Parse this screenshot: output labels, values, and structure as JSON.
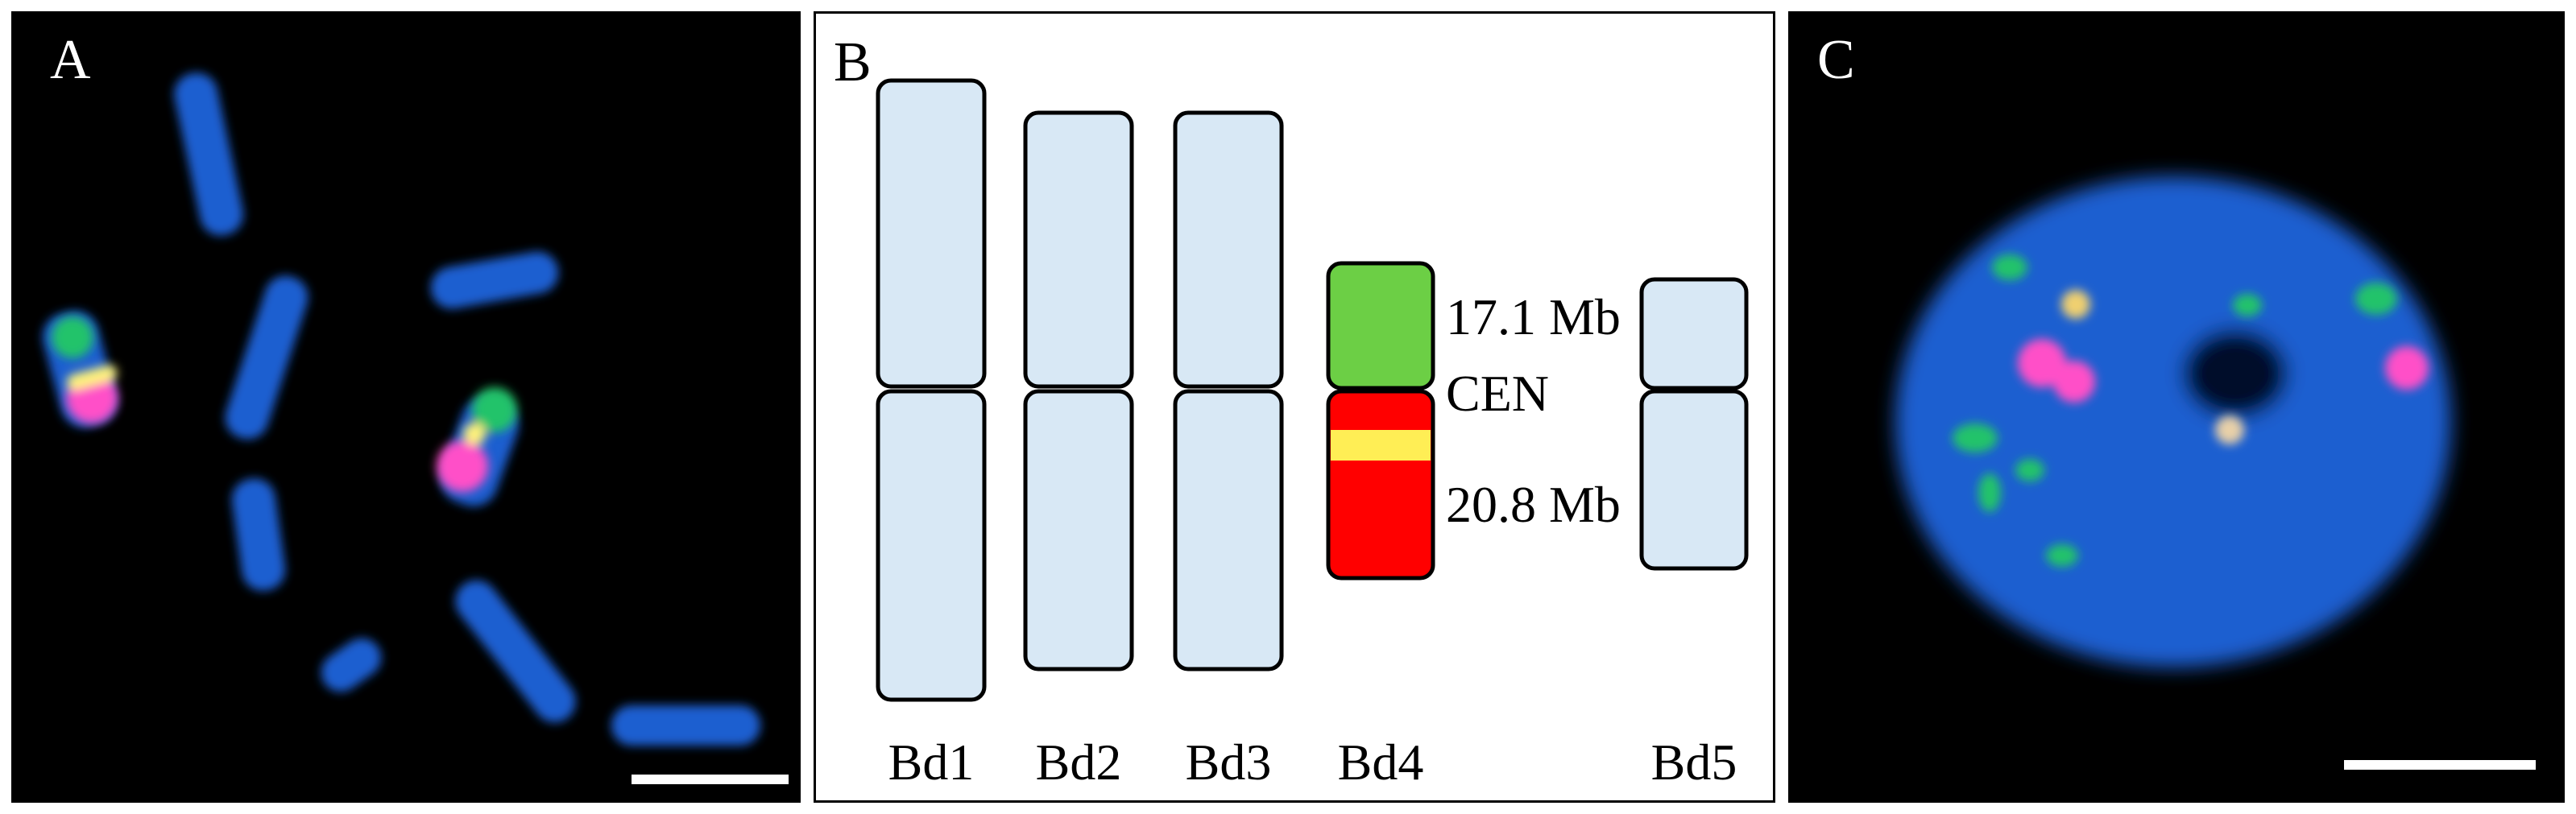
{
  "panels": {
    "a": {
      "letter": "A"
    },
    "b": {
      "letter": "B"
    },
    "c": {
      "letter": "C"
    }
  },
  "colors": {
    "chromosome_fill": "#d8e8f5",
    "chromosome_stroke": "#000000",
    "arm_short_bd4": "#6ccf45",
    "arm_long_bd4": "#ff0000",
    "band_bd4": "#ffee55",
    "dapi_blue": "#1e5fd0",
    "probe_green": "#22c36a",
    "probe_magenta": "#ff50c8",
    "probe_yellow": "#fff27a"
  },
  "ideogram": {
    "chromosomes": [
      {
        "id": "bd1",
        "label": "Bd1"
      },
      {
        "id": "bd2",
        "label": "Bd2"
      },
      {
        "id": "bd3",
        "label": "Bd3"
      },
      {
        "id": "bd4",
        "label": "Bd4"
      },
      {
        "id": "bd5",
        "label": "Bd5"
      }
    ],
    "annotations": {
      "short_arm": "17.1 Mb",
      "centromere": "CEN",
      "long_arm": "20.8 Mb"
    }
  }
}
